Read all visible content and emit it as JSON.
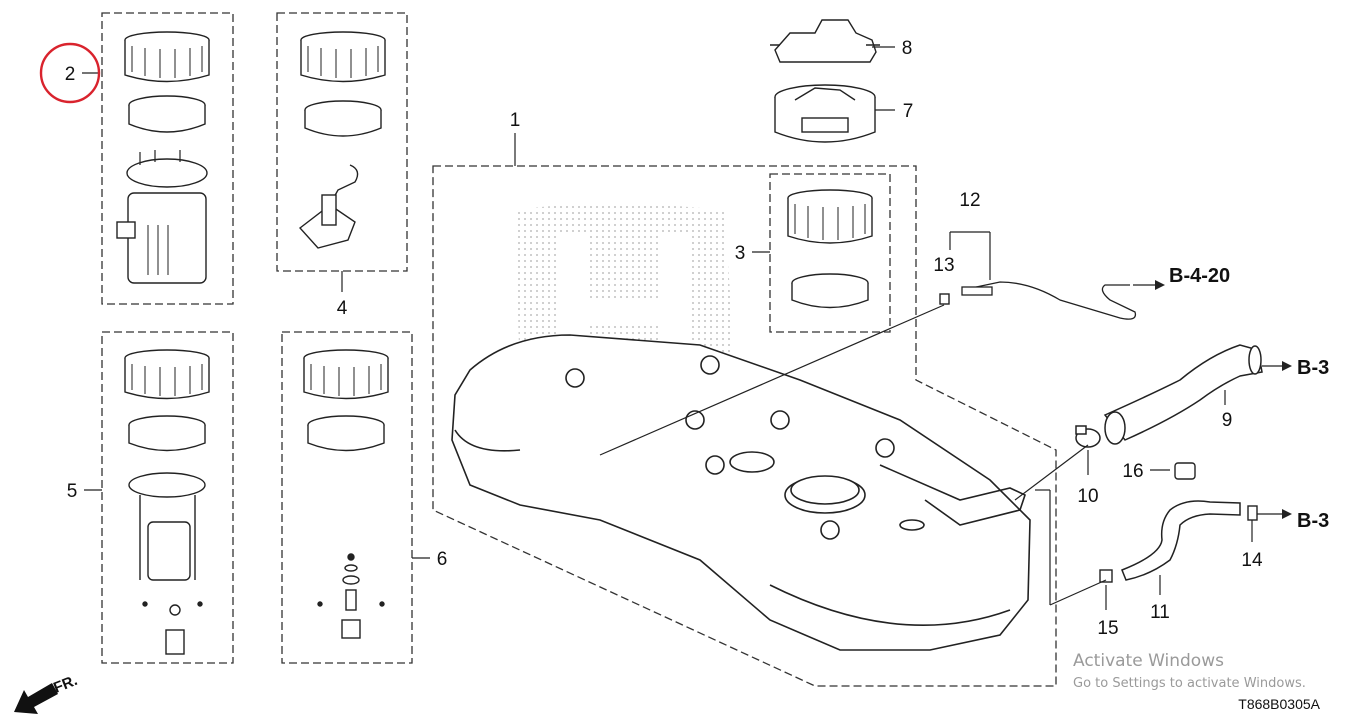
{
  "diagram": {
    "part_code": "T868B0305A",
    "direction_label": "FR.",
    "callouts": [
      "1",
      "2",
      "3",
      "4",
      "5",
      "6",
      "7",
      "8",
      "9",
      "10",
      "11",
      "12",
      "13",
      "14",
      "15",
      "16"
    ],
    "highlighted_callout": "2",
    "highlight_color": "#d9232d",
    "references": {
      "fuel_line": "B-4-20",
      "filler_neck": "B-3",
      "breather_tube": "B-3"
    }
  },
  "watermark": {
    "line1": "Activate Windows",
    "line2": "Go to Settings to activate Windows."
  }
}
